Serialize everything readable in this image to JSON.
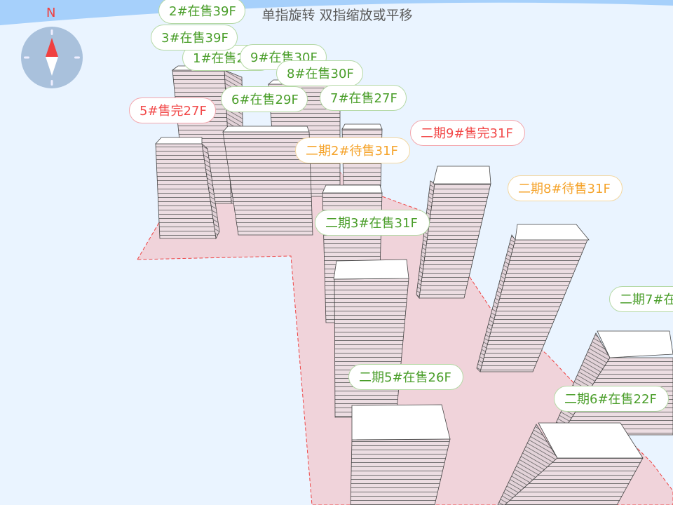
{
  "hint": "单指旋转 双指缩放或平移",
  "compass": {
    "north_label": "N",
    "needle_color": "#f04040"
  },
  "colors": {
    "on_sale": "#4a9e2a",
    "sold_out": "#f24a4a",
    "pending": "#f5a32a",
    "ground": "#f0d3da",
    "boundary": "#ee4444"
  },
  "labels": [
    {
      "text": "2#在售39F",
      "status": "on_sale"
    },
    {
      "text": "3#在售39F",
      "status": "on_sale"
    },
    {
      "text": "1#在售2",
      "status": "on_sale"
    },
    {
      "text": "9#在售30F",
      "status": "on_sale"
    },
    {
      "text": "8#在售30F",
      "status": "on_sale"
    },
    {
      "text": "6#在售29F",
      "status": "on_sale"
    },
    {
      "text": "7#在售27F",
      "status": "on_sale"
    },
    {
      "text": "5#售完27F",
      "status": "sold_out"
    },
    {
      "text": "二期9#售完31F",
      "status": "sold_out"
    },
    {
      "text": "二期2#待售31F",
      "status": "pending"
    },
    {
      "text": "二期8#待售31F",
      "status": "pending"
    },
    {
      "text": "二期3#在售31F",
      "status": "on_sale"
    },
    {
      "text": "二期7#在",
      "status": "on_sale"
    },
    {
      "text": "二期5#在售26F",
      "status": "on_sale"
    },
    {
      "text": "二期6#在售22F",
      "status": "on_sale"
    }
  ]
}
